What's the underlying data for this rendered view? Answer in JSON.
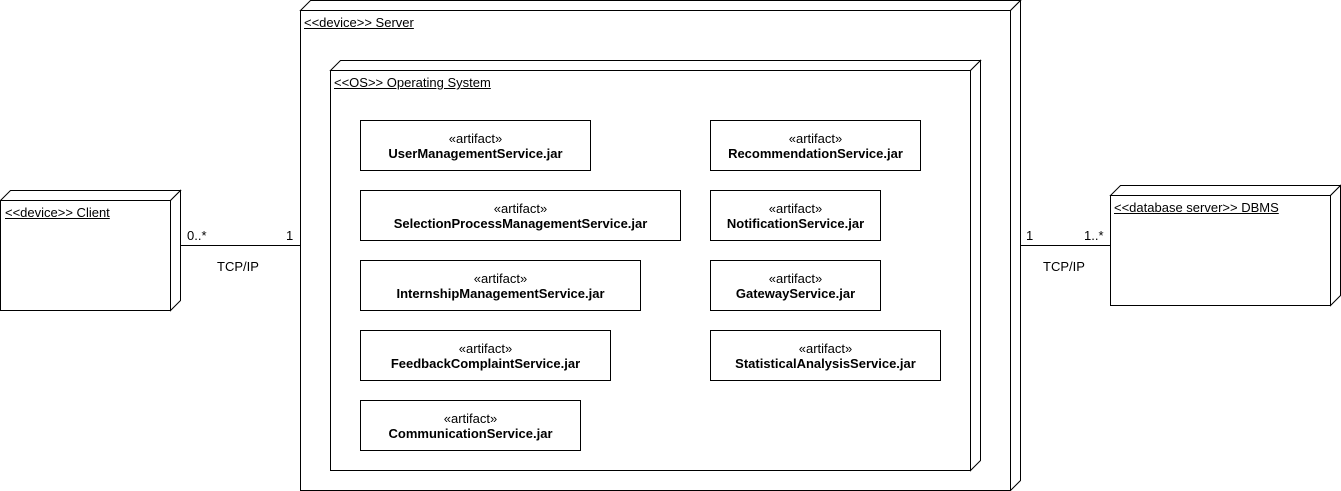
{
  "nodes": {
    "client": {
      "label": "<<device>> Client"
    },
    "server": {
      "label": "<<device>> Server"
    },
    "os": {
      "label": "<<OS>> Operating System"
    },
    "dbms": {
      "label": "<<database server>> DBMS"
    }
  },
  "artifacts": [
    {
      "stereotype": "«artifact»",
      "name": "UserManagementService.jar"
    },
    {
      "stereotype": "«artifact»",
      "name": "SelectionProcessManagementService.jar"
    },
    {
      "stereotype": "«artifact»",
      "name": "InternshipManagementService.jar"
    },
    {
      "stereotype": "«artifact»",
      "name": "FeedbackComplaintService.jar"
    },
    {
      "stereotype": "«artifact»",
      "name": "CommunicationService.jar"
    },
    {
      "stereotype": "«artifact»",
      "name": "RecommendationService.jar"
    },
    {
      "stereotype": "«artifact»",
      "name": "NotificationService.jar"
    },
    {
      "stereotype": "«artifact»",
      "name": "GatewayService.jar"
    },
    {
      "stereotype": "«artifact»",
      "name": "StatisticalAnalysisService.jar"
    }
  ],
  "connections": {
    "client_server": {
      "protocol": "TCP/IP",
      "client_mult": "0..*",
      "server_mult": "1"
    },
    "server_dbms": {
      "protocol": "TCP/IP",
      "server_mult": "1",
      "dbms_mult": "1..*"
    }
  }
}
